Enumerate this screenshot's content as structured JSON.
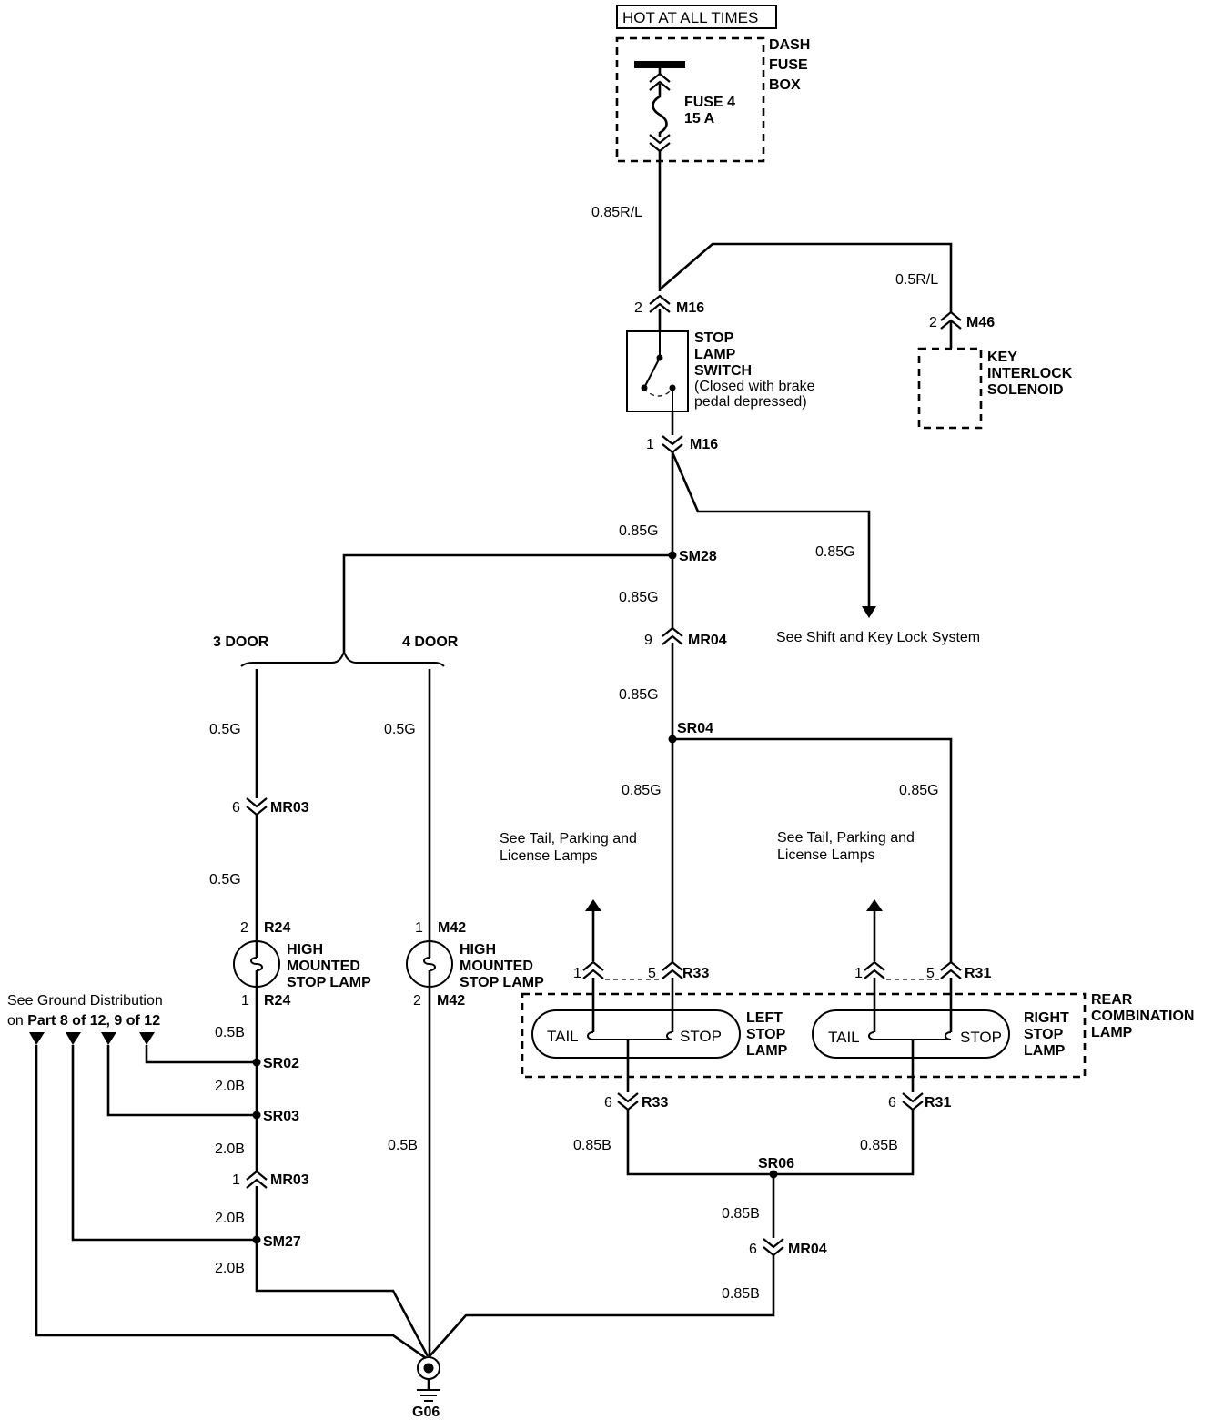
{
  "power": {
    "hot_label": "HOT AT ALL TIMES",
    "fuse_box": [
      "DASH",
      "FUSE",
      "BOX"
    ],
    "fuse_name": "FUSE 4",
    "fuse_rating": "15 A"
  },
  "wires": {
    "fuse_to_switch": "0.85R/L",
    "to_key_interlock": "0.5R/L",
    "switch_out": "0.85G",
    "to_shift_lock": "0.85G",
    "sm28_to_mr04": "0.85G",
    "mr04_to_sr04": "0.85G",
    "to_left_lamp": "0.85G",
    "to_right_lamp": "0.85G",
    "hmsl3_upper": "0.5G",
    "hmsl3_lower": "0.5G",
    "hmsl4": "0.5G",
    "ground_sr02": "0.5B",
    "ground_sr03": "2.0B",
    "ground_mr03": "2.0B",
    "ground_sm27_up": "2.0B",
    "ground_sm27_down": "2.0B",
    "ground_hmsl4": "0.5B",
    "left_ground": "0.85B",
    "right_ground": "0.85B",
    "sr06_to_mr04": "0.85B",
    "mr04_to_g06": "0.85B"
  },
  "connectors": {
    "m16_top": {
      "pin": "2",
      "name": "M16"
    },
    "m16_bottom": {
      "pin": "1",
      "name": "M16"
    },
    "m46": {
      "pin": "2",
      "name": "M46"
    },
    "mr04_upper": {
      "pin": "9",
      "name": "MR04"
    },
    "mr04_lower": {
      "pin": "6",
      "name": "MR04"
    },
    "mr03_upper": {
      "pin": "6",
      "name": "MR03"
    },
    "mr03_lower": {
      "pin": "1",
      "name": "MR03"
    },
    "r24_top": {
      "pin": "2",
      "name": "R24"
    },
    "r24_bottom": {
      "pin": "1",
      "name": "R24"
    },
    "m42_top": {
      "pin": "1",
      "name": "M42"
    },
    "m42_bottom": {
      "pin": "2",
      "name": "M42"
    },
    "r33_tail_pin": "1",
    "r33_stop": {
      "pin": "5",
      "name": "R33"
    },
    "r33_ground": {
      "pin": "6",
      "name": "R33"
    },
    "r31_tail_pin": "1",
    "r31_stop": {
      "pin": "5",
      "name": "R31"
    },
    "r31_ground": {
      "pin": "6",
      "name": "R31"
    }
  },
  "splices": {
    "sm28": "SM28",
    "sr04": "SR04",
    "sr02": "SR02",
    "sr03": "SR03",
    "sm27": "SM27",
    "sr06": "SR06"
  },
  "components": {
    "stop_lamp_switch": [
      "STOP",
      "LAMP",
      "SWITCH"
    ],
    "stop_lamp_switch_note": [
      "(Closed with brake",
      "pedal depressed)"
    ],
    "key_interlock": [
      "KEY",
      "INTERLOCK",
      "SOLENOID"
    ],
    "hmsl": [
      "HIGH",
      "MOUNTED",
      "STOP LAMP"
    ],
    "left_lamp": [
      "LEFT",
      "STOP",
      "LAMP"
    ],
    "right_lamp": [
      "RIGHT",
      "STOP",
      "LAMP"
    ],
    "rear_combination": [
      "REAR",
      "COMBINATION",
      "LAMP"
    ],
    "tail": "TAIL",
    "stop": "STOP"
  },
  "options": {
    "door3": "3 DOOR",
    "door4": "4 DOOR"
  },
  "references": {
    "shift_key": "See Shift and Key Lock System",
    "tail_parking": [
      "See Tail, Parking and",
      "License Lamps"
    ],
    "ground_dist_line1": "See Ground Distribution",
    "ground_dist_line2_prefix": "on ",
    "ground_dist_line2_bold": "Part 8 of 12, 9 of 12"
  },
  "ground": {
    "name": "G06"
  }
}
